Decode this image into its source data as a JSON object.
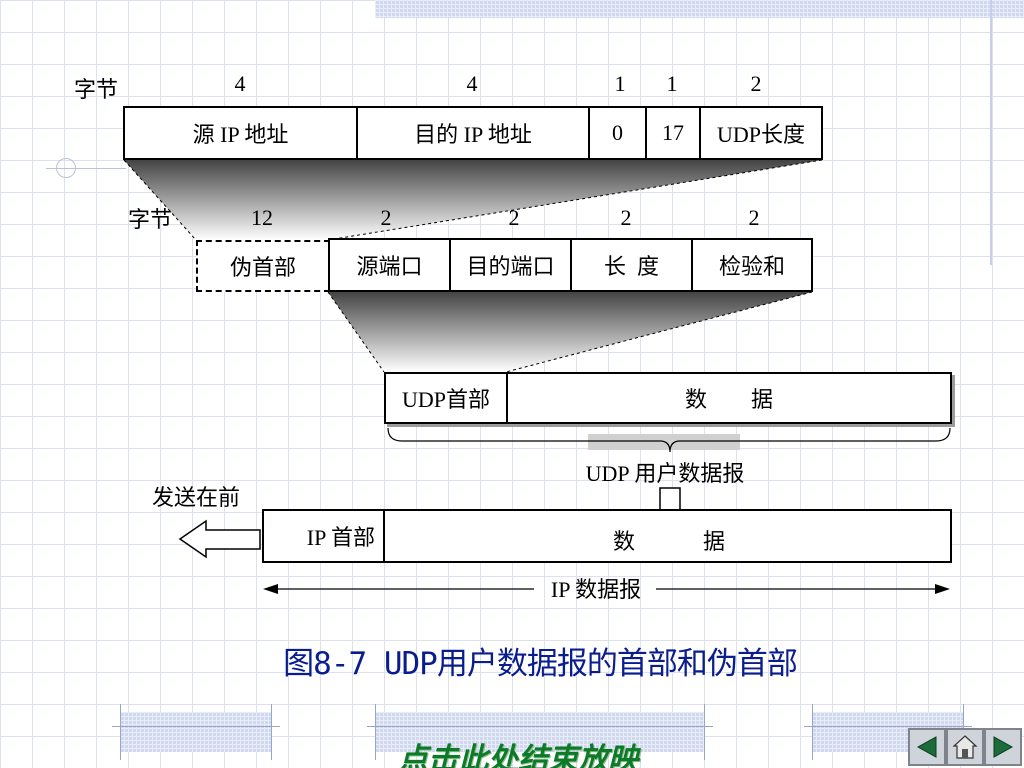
{
  "ip_header": {
    "byte_label": "字节",
    "sizes": [
      "4",
      "4",
      "1",
      "1",
      "2"
    ],
    "fields": [
      "源 IP 地址",
      "目的 IP 地址",
      "0",
      "17",
      "UDP长度"
    ]
  },
  "udp_header": {
    "byte_label": "字节",
    "sizes": [
      "12",
      "2",
      "2",
      "2",
      "2"
    ],
    "pseudo": "伪首部",
    "fields": [
      "源端口",
      "目的端口",
      "长  度",
      "检验和"
    ]
  },
  "udp_datagram": {
    "header": "UDP首部",
    "data": "数        据",
    "label": "UDP 用户数据报"
  },
  "ip_datagram": {
    "send_first": "发送在前",
    "header": "IP 首部",
    "data_left": "数",
    "data_right": "据",
    "label": "IP 数据报"
  },
  "caption": "图8-7   UDP用户数据报的首部和伪首部",
  "end_show": "点击此处结束放映",
  "nav": {
    "prev_icon": "triangle-left-icon",
    "home_icon": "home-icon",
    "next_icon": "triangle-right-icon"
  },
  "colors": {
    "caption": "#0a1d8f",
    "end_link": "#0d7a2a",
    "nav_button": "#cfd3da"
  }
}
